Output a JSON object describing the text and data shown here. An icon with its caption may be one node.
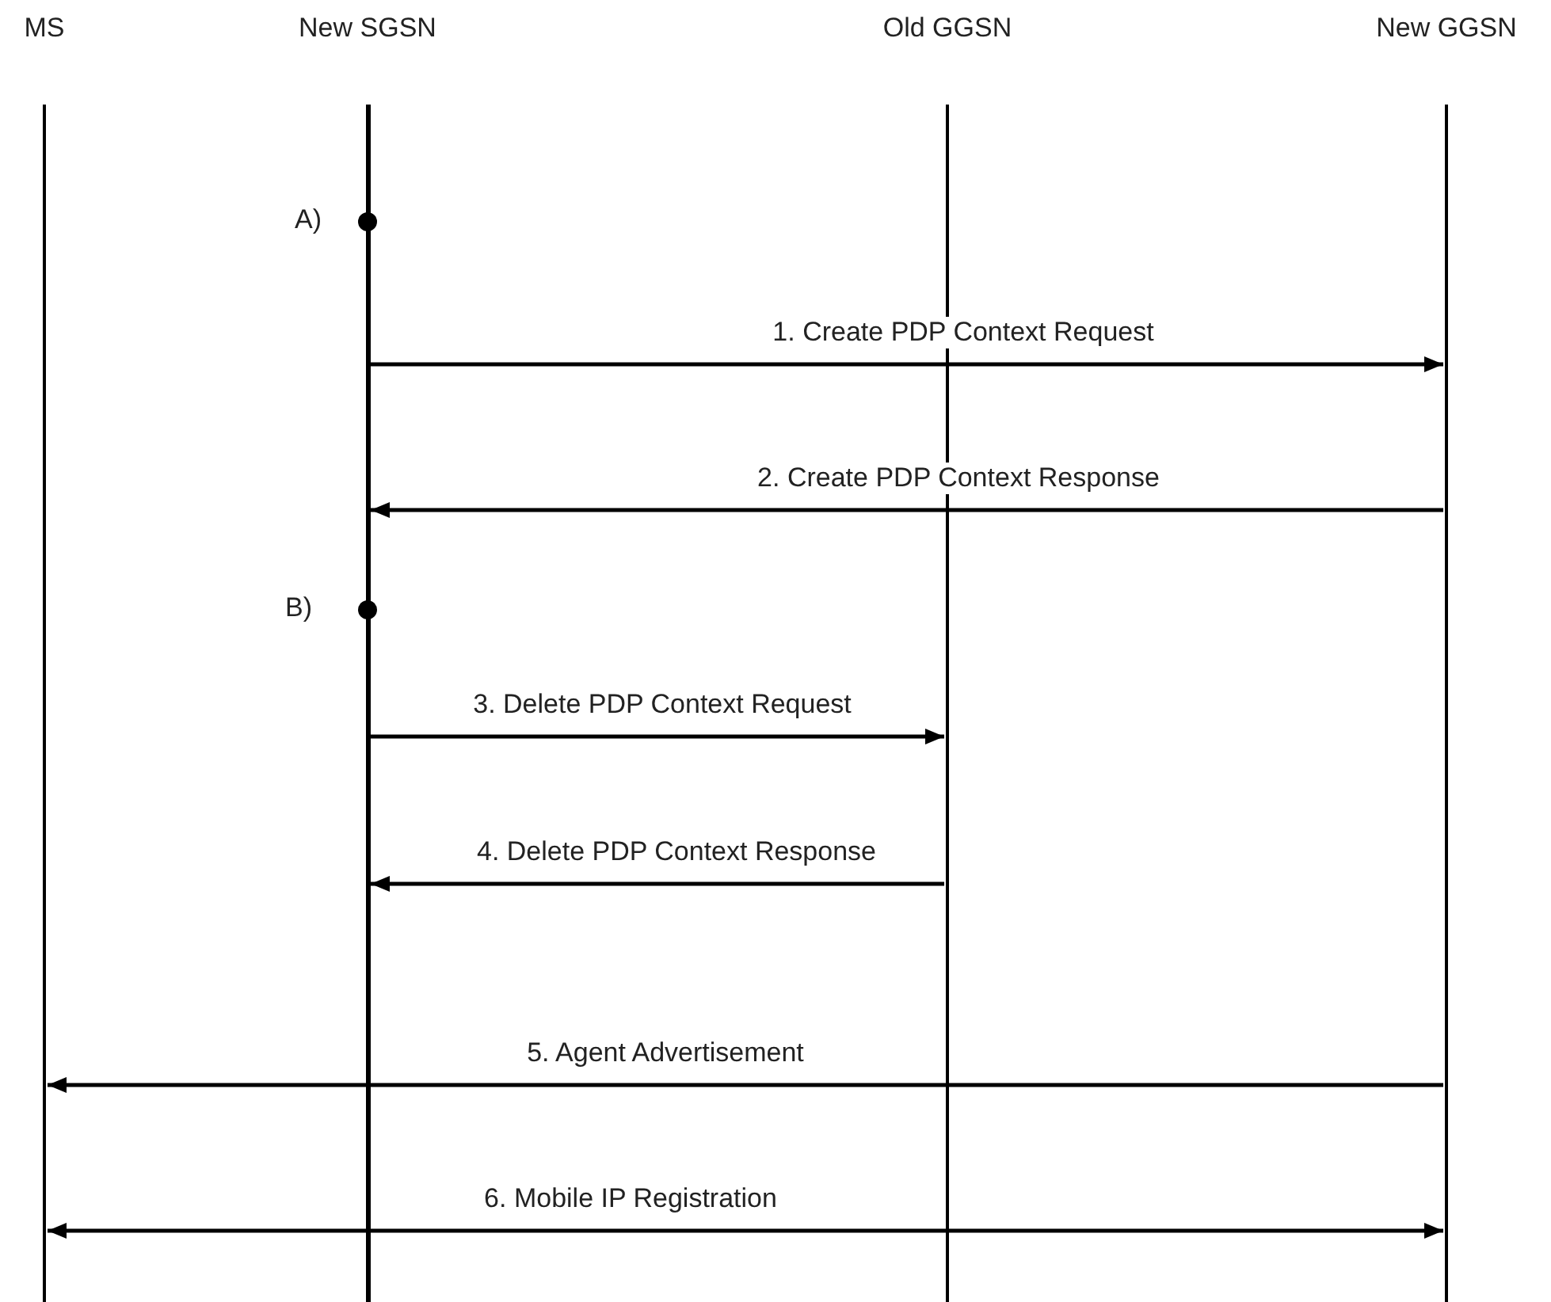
{
  "diagram": {
    "nodes": [
      {
        "text": [
          "MS"
        ]
      },
      {
        "text": [
          "New SGSN"
        ]
      },
      {
        "text": [
          "Old GGSN"
        ]
      },
      {
        "text": [
          "New GGSN"
        ]
      }
    ],
    "edges": [
      {
        "from": 1,
        "to": 3,
        "arrow": "to",
        "label": "1. Create PDP Context Request"
      },
      {
        "from": 3,
        "to": 1,
        "arrow": "to",
        "label": "2. Create PDP Context Response"
      },
      {
        "from": 1,
        "to": 2,
        "arrow": "to",
        "label": "3. Delete PDP Context Request"
      },
      {
        "from": 2,
        "to": 1,
        "arrow": "to",
        "label": "4. Delete PDP Context Response"
      },
      {
        "from": 3,
        "to": 0,
        "arrow": "to",
        "label": "5. Agent Advertisement"
      },
      {
        "from": 0,
        "to": 3,
        "arrow": "both",
        "label": "6. Mobile IP Registration"
      }
    ],
    "labels": [
      "A)",
      "B)"
    ]
  }
}
